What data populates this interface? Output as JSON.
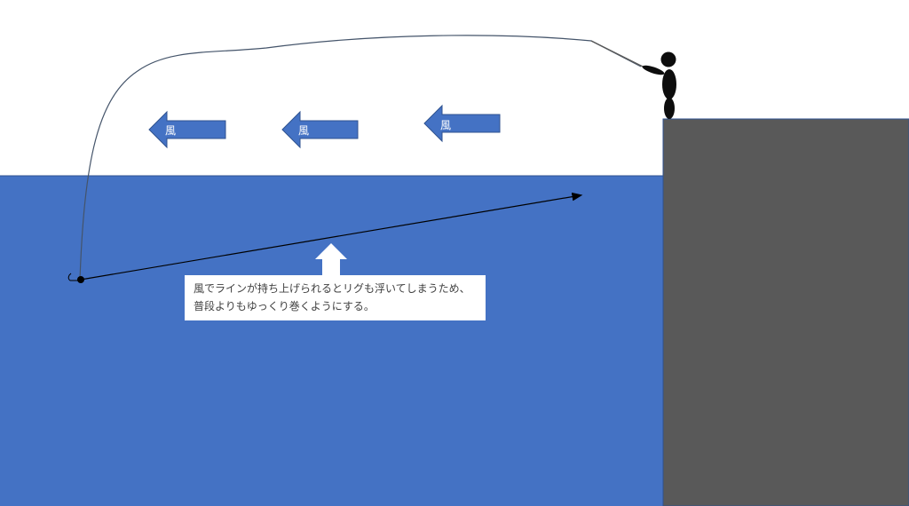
{
  "diagram": {
    "title": "",
    "colors": {
      "sky": "#ffffff",
      "water": "#4472c4",
      "cliff": "#595959",
      "wind_arrow": "#4472c4",
      "line": "#1f3864",
      "figure": "#0d0d0d"
    },
    "wind_arrows": [
      {
        "label": "風",
        "direction": "left"
      },
      {
        "label": "風",
        "direction": "left"
      },
      {
        "label": "風",
        "direction": "left"
      }
    ],
    "up_arrow": {
      "direction": "up",
      "color": "#ffffff"
    },
    "retrieve_arrow": {
      "direction": "right-up"
    },
    "note": {
      "lines": [
        "風でラインが持ち上げられるとリグも浮いてしまうため、",
        "普段よりもゆっくり巻くようにする。"
      ]
    },
    "elements": {
      "angler": "stick figure standing on cliff holding fishing rod",
      "cliff": "gray rectangular cliff / pier",
      "rig": "sinker with hook at end of line"
    }
  }
}
